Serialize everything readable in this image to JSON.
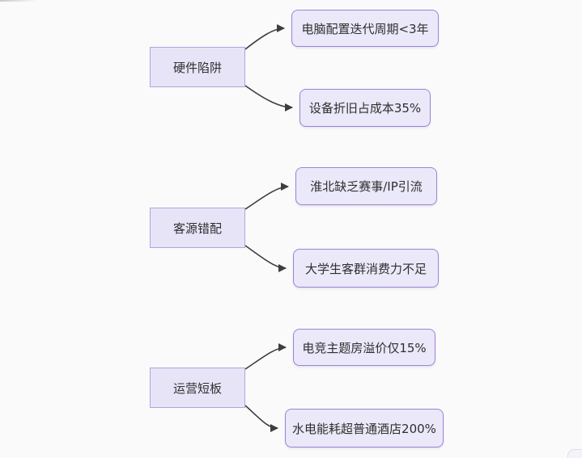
{
  "diagram": {
    "type": "flowchart",
    "direction": "left-to-right",
    "groups": [
      {
        "parent": "硬件陷阱",
        "children": [
          "电脑配置迭代周期<3年",
          "设备折旧占成本35%"
        ]
      },
      {
        "parent": "客源错配",
        "children": [
          "淮北缺乏赛事/IP引流",
          "大学生客群消费力不足"
        ]
      },
      {
        "parent": "运营短板",
        "children": [
          "电竞主题房溢价仅15%",
          "水电能耗超普通酒店200%"
        ]
      }
    ],
    "colors": {
      "background": "#fafafa",
      "parent_fill": "#e8e4f7",
      "parent_border": "#b1a3df",
      "child_fill": "#ebe8f9",
      "child_border": "#9e82d8",
      "edge": "#3d3d3d",
      "text": "#2f2f2f"
    }
  }
}
